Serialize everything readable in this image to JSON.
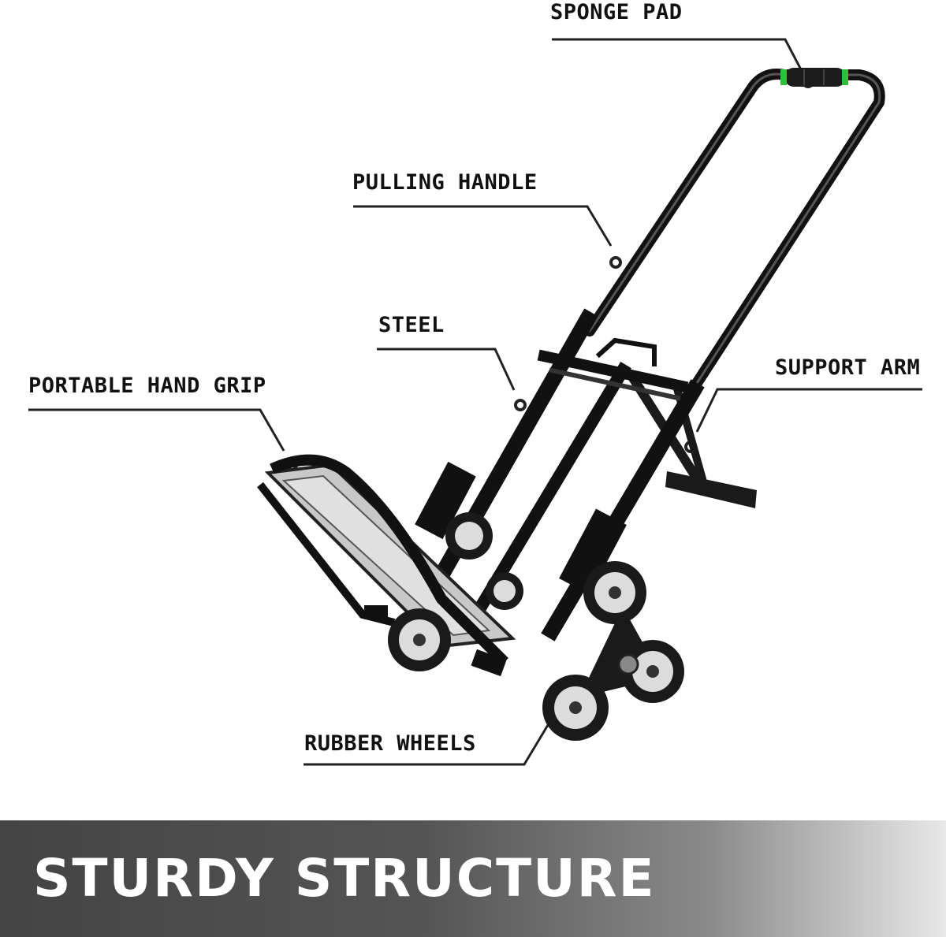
{
  "callouts": {
    "sponge_pad": "SPONGE PAD",
    "pulling_handle": "PULLING HANDLE",
    "steel": "STEEL",
    "support_arm": "SUPPORT ARM",
    "portable_hand_grip": "PORTABLE HAND GRIP",
    "rubber_wheels": "RUBBER WHEELS"
  },
  "banner": {
    "title": "STURDY STRUCTURE"
  },
  "colors": {
    "frame": "#1a1a1a",
    "steel": "#b8b8b8",
    "sponge_accent": "#2fbf3a",
    "banner_dark": "#444444"
  }
}
